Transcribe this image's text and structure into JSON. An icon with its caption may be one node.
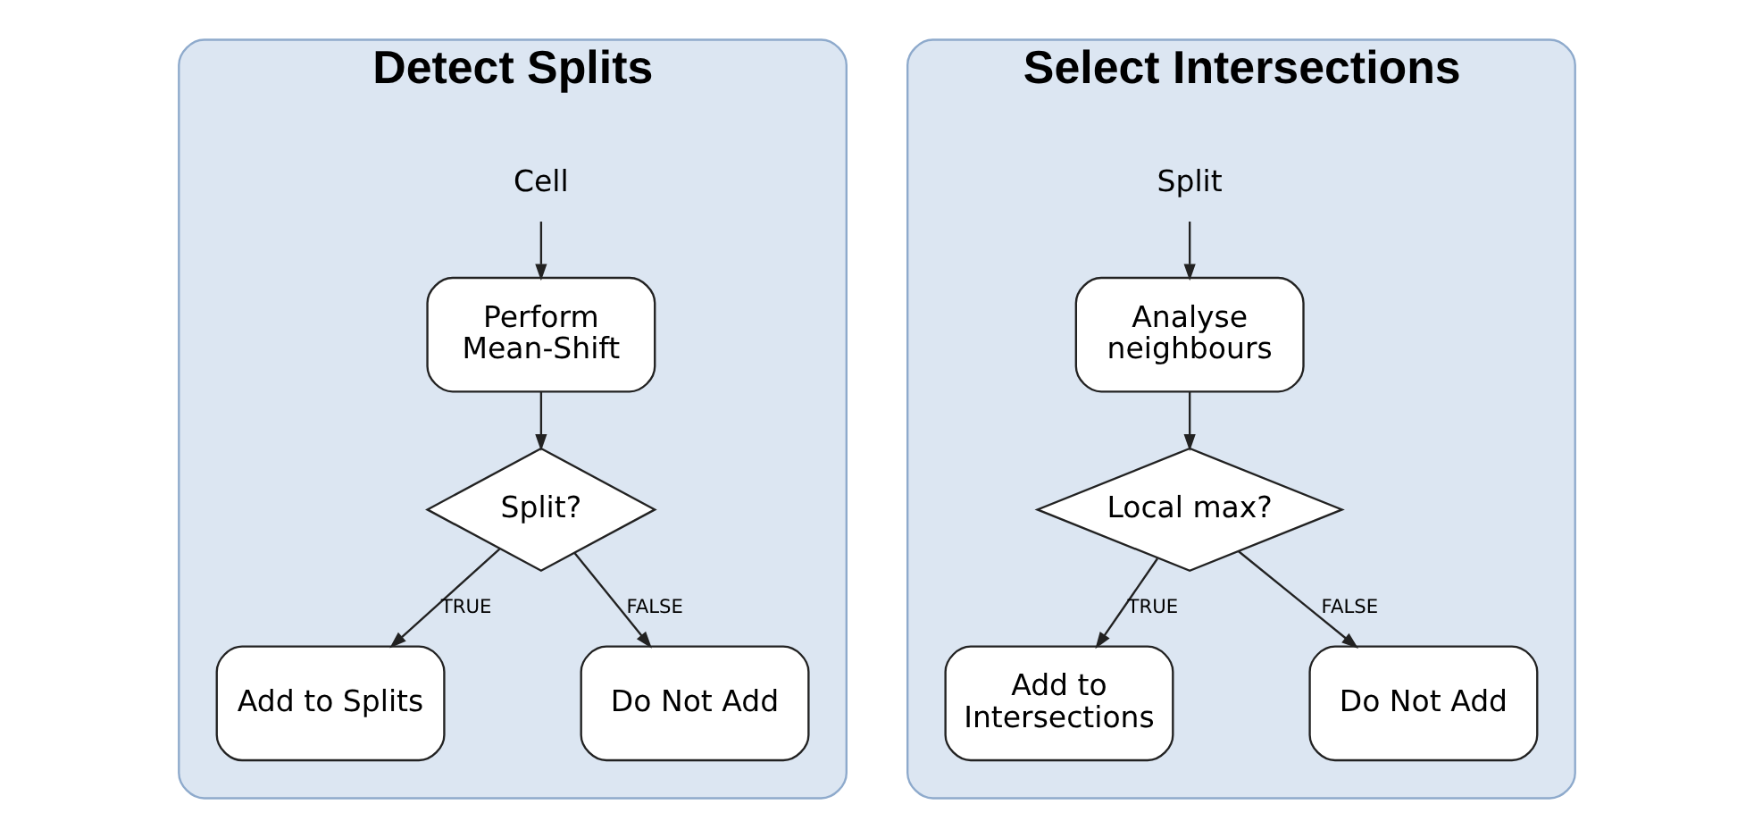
{
  "diagram": {
    "nodes": [
      {
        "text": [
          "Detect Splits"
        ]
      },
      {
        "text": [
          "Cell"
        ],
        "in": 0
      },
      {
        "text": [
          "Perform Mean-Shift"
        ],
        "in": 0
      },
      {
        "text": [
          "Split?"
        ],
        "in": 0
      },
      {
        "text": [
          "Add to Splits"
        ],
        "in": 0
      },
      {
        "text": [
          "Do Not Add"
        ],
        "in": 0
      },
      {
        "text": [
          "Select Intersections"
        ]
      },
      {
        "text": [
          "Split"
        ],
        "in": 6
      },
      {
        "text": [
          "Analyse neighbours"
        ],
        "in": 6
      },
      {
        "text": [
          "Local max?"
        ],
        "in": 6
      },
      {
        "text": [
          "Add to Intersections"
        ],
        "in": 6
      },
      {
        "text": [
          "Do Not Add"
        ],
        "in": 6
      }
    ],
    "edges": [
      {
        "from": 1,
        "to": 2,
        "arrow": "to"
      },
      {
        "from": 2,
        "to": 3,
        "arrow": "to"
      },
      {
        "from": 3,
        "to": 4,
        "arrow": "to",
        "label": "TRUE"
      },
      {
        "from": 3,
        "to": 5,
        "arrow": "to",
        "label": "FALSE"
      },
      {
        "from": 7,
        "to": 8,
        "arrow": "to"
      },
      {
        "from": 8,
        "to": 9,
        "arrow": "to"
      },
      {
        "from": 9,
        "to": 10,
        "arrow": "to",
        "label": "TRUE"
      },
      {
        "from": 9,
        "to": 11,
        "arrow": "to",
        "label": "FALSE"
      }
    ]
  }
}
